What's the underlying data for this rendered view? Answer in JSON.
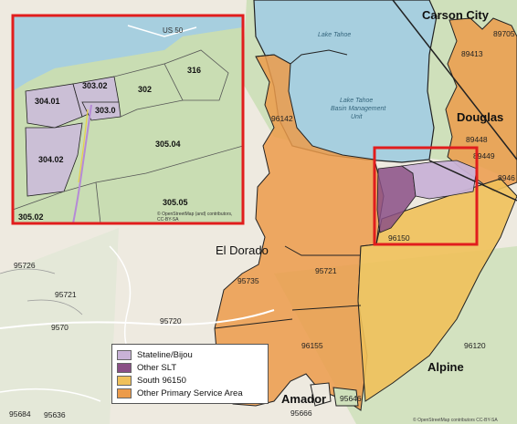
{
  "map": {
    "places": {
      "carson_city": "Carson City",
      "douglas": "Douglas",
      "el_dorado": "El Dorado",
      "alpine": "Alpine",
      "amador": "Amador"
    },
    "lakes": {
      "lake_tahoe": "Lake Tahoe",
      "basin_unit_line1": "Lake Tahoe",
      "basin_unit_line2": "Basin Management",
      "basin_unit_line3": "Unit"
    },
    "zip_labels": {
      "z89705": "89705",
      "z89413": "89413",
      "z89448": "89448",
      "z89449": "89449",
      "z89460": "8946",
      "z96142": "96142",
      "z96150": "96150",
      "z95721": "95721",
      "z95735": "95735",
      "z95720": "95720",
      "z96155": "96155",
      "z96120": "96120",
      "z95646": "95646",
      "z95666": "95666",
      "z95684": "95684",
      "z95636": "95636",
      "z95726": "95726",
      "z95721b": "95721",
      "z9570": "9570"
    },
    "inset_tracts": {
      "t304_01": "304.01",
      "t303_02": "303.02",
      "t303_0": "303.0",
      "t302": "302",
      "t316": "316",
      "t304_02": "304.02",
      "t305_04": "305.04",
      "t305_05": "305.05",
      "t305_02": "305.02"
    },
    "inset_attribution_line1": "© OpenStreetMap (and) contributors,",
    "inset_attribution_line2": "CC-BY-SA",
    "main_attribution": "© OpenStreetMap contributors CC-BY-SA",
    "road_label": "US 50"
  },
  "legend": {
    "items": [
      {
        "label": "Stateline/Bijou",
        "color": "#c8b2d6"
      },
      {
        "label": "Other SLT",
        "color": "#8a4f86"
      },
      {
        "label": "South 96150",
        "color": "#f0c15a"
      },
      {
        "label": "Other Primary Service Area",
        "color": "#ec9b4a"
      }
    ]
  },
  "colors": {
    "lake": "#a7cfdf",
    "land": "#eeeae0",
    "green": "#c9ddb3",
    "highlight_box": "#e11d1d",
    "boundary": "#222222"
  }
}
